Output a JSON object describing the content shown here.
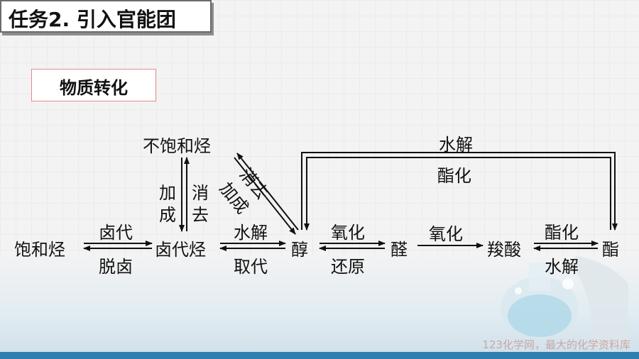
{
  "title": "任务2. 引入官能团",
  "section": "物质转化",
  "nodes": {
    "saturated_hc": "饱和烃",
    "haloalkane": "卤代烃",
    "unsaturated_hc": "不饱和烃",
    "alcohol": "醇",
    "aldehyde": "醛",
    "carboxylic_acid": "羧酸",
    "ester": "酯"
  },
  "reactions": {
    "halogenation": "卤代",
    "dehalogenation": "脱卤",
    "hydrolysis": "水解",
    "substitution": "取代",
    "oxidation": "氧化",
    "reduction": "还原",
    "esterification": "酯化",
    "addition_v1": "加",
    "addition_v2": "成",
    "elimination_v1": "消",
    "elimination_v2": "去",
    "elimination_diag": "消去",
    "addition_diag": "加成"
  },
  "watermark": "123化学网，最大的化学资料库"
}
